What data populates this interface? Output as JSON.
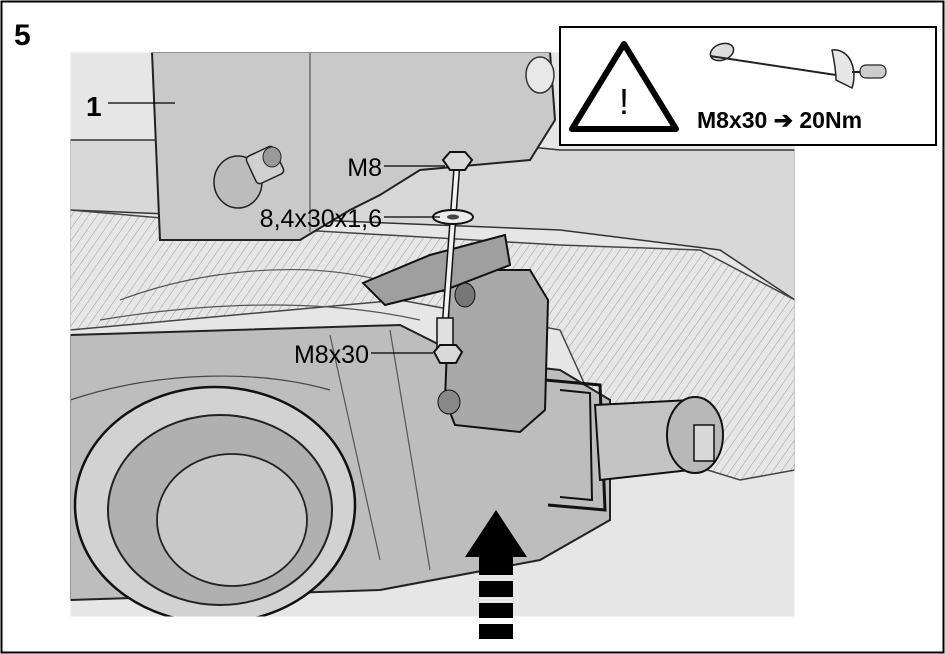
{
  "step_number": "5",
  "part_label": "1",
  "callouts": {
    "nut": "M8",
    "washer": "8,4x30x1,6",
    "bolt": "M8x30"
  },
  "warning_box": {
    "warning_symbol": "!",
    "torque_spec": "M8x30 ➔ 20Nm"
  },
  "icons": [
    "warning-triangle-icon",
    "torque-wrench-icon",
    "up-arrow-icon"
  ]
}
